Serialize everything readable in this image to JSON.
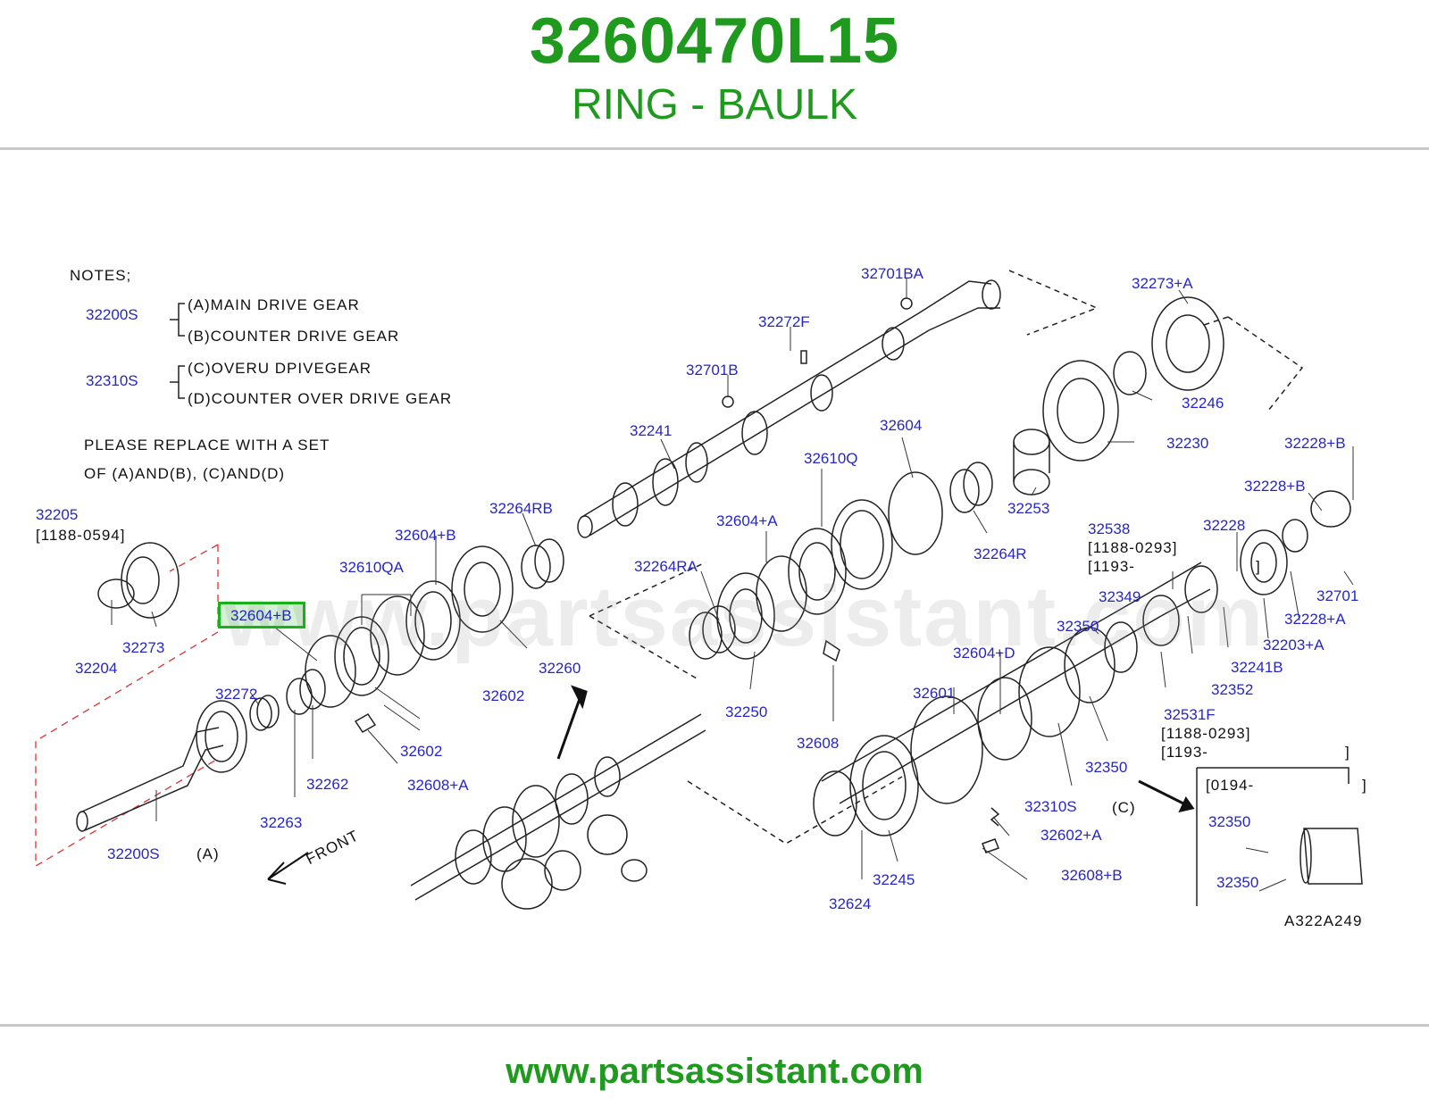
{
  "header": {
    "part_number": "3260470L15",
    "part_name": "RING - BAULK"
  },
  "footer": {
    "url": "www.partsassistant.com"
  },
  "watermark": "www.partsassistant.com",
  "colors": {
    "brand_green": "#1f9a1f",
    "label_blue": "#2626c8",
    "highlight_green": "#19b019",
    "leader_red": "#e23030"
  },
  "notes": {
    "title": "NOTES;",
    "groups": [
      {
        "code": "32200S",
        "items": [
          "(A)MAIN  DRIVE  GEAR",
          "(B)COUNTER  DRIVE  GEAR"
        ]
      },
      {
        "code": "32310S",
        "items": [
          "(C)OVERU  DPIVEGEAR",
          "(D)COUNTER  OVER  DRIVE  GEAR"
        ]
      }
    ],
    "instruction": [
      "PLEASE  REPLACE  WITH  A  SET",
      "OF  (A)AND(B),  (C)AND(D)"
    ]
  },
  "labels": [
    "32205",
    "[1188-0594]",
    "32204",
    "32273",
    "32604+B",
    "32610QA",
    "32604+B",
    "32264RB",
    "32272",
    "32263",
    "32262",
    "32602",
    "32608+A",
    "32602",
    "32260",
    "32200S",
    "(A)",
    "FRONT",
    "32701BA",
    "32272F",
    "32701B",
    "32241",
    "32604",
    "32610Q",
    "32604+A",
    "32264RA",
    "32250",
    "32608",
    "32273+A",
    "32246",
    "32230",
    "32253",
    "32264R",
    "32228+B",
    "32228+B",
    "32538",
    "[1188-0293]",
    "[1193-",
    "]",
    "32228",
    "32349",
    "32350",
    "32701",
    "32228+A",
    "32203+A",
    "32241B",
    "32352",
    "32604+D",
    "32601",
    "32531F",
    "[1188-0293]",
    "[1193-",
    "]",
    "32350",
    "32310S",
    "(C)",
    "32602+A",
    "32608+B",
    "32245",
    "32624",
    "[0194-",
    "]",
    "32350",
    "32350",
    "A322A249"
  ],
  "highlighted_label": "32604+B"
}
